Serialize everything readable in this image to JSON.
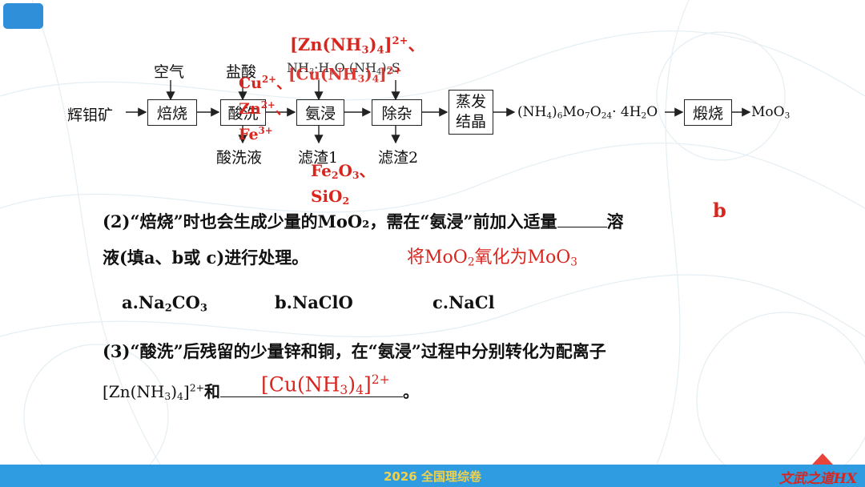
{
  "flowchart": {
    "ore": "辉钼矿",
    "air": "空气",
    "hcl": "盐酸",
    "roast_box": "焙烧",
    "acid_wash_box": "酸洗",
    "ammonia_box": "氨浸",
    "purify_box": "除杂",
    "evaporate_box": "蒸发结晶",
    "calcine_box": "煅烧",
    "acid_wash_liquid": "酸洗液",
    "residue1": "滤渣1",
    "residue2": "滤渣2",
    "ammonia_reagent": "NH₃·H₂O (NH₄)₂S",
    "intermediate_product": "(NH₄)₆Mo₇O₂₄·4H₂O",
    "final_product": "MoO₃"
  },
  "annotations": {
    "zn_complex": "[Zn(NH₃)₄]²⁺、",
    "cu_complex_partial": "[Cu(NH₃)₄]²⁺",
    "ions": "Cu²⁺、Zn²⁺、Fe³⁺",
    "residue_content": "Fe₂O₃、SiO₂",
    "answer_b": "b",
    "explanation": "将MoO₂氧化为MoO₃",
    "answer_cu": "[Cu(NH₃)₄]²⁺"
  },
  "question2": {
    "line1": "(2)“焙烧”时也会生成少量的MoO₂，需在“氨浸”前加入适量",
    "line1_end": "溶",
    "line2": "液(填a、b或 c)进行处理。",
    "options": [
      "a.Na₂CO₃",
      "b.NaClO",
      "c.NaCl"
    ]
  },
  "question3": {
    "line1": "(3)“酸洗”后残留的少量锌和铜，在“氨浸”过程中分别转化为配离子",
    "line2_start": "[Zn(NH₃)₄]²⁺和",
    "line2_end": "。"
  },
  "footer": {
    "center_text": "2026 全国理综卷",
    "brand": "文武之道HX"
  },
  "colors": {
    "accent_blue": "#2f9be0",
    "annotation_red": "#d8261f",
    "footer_text": "#f2d24a"
  }
}
